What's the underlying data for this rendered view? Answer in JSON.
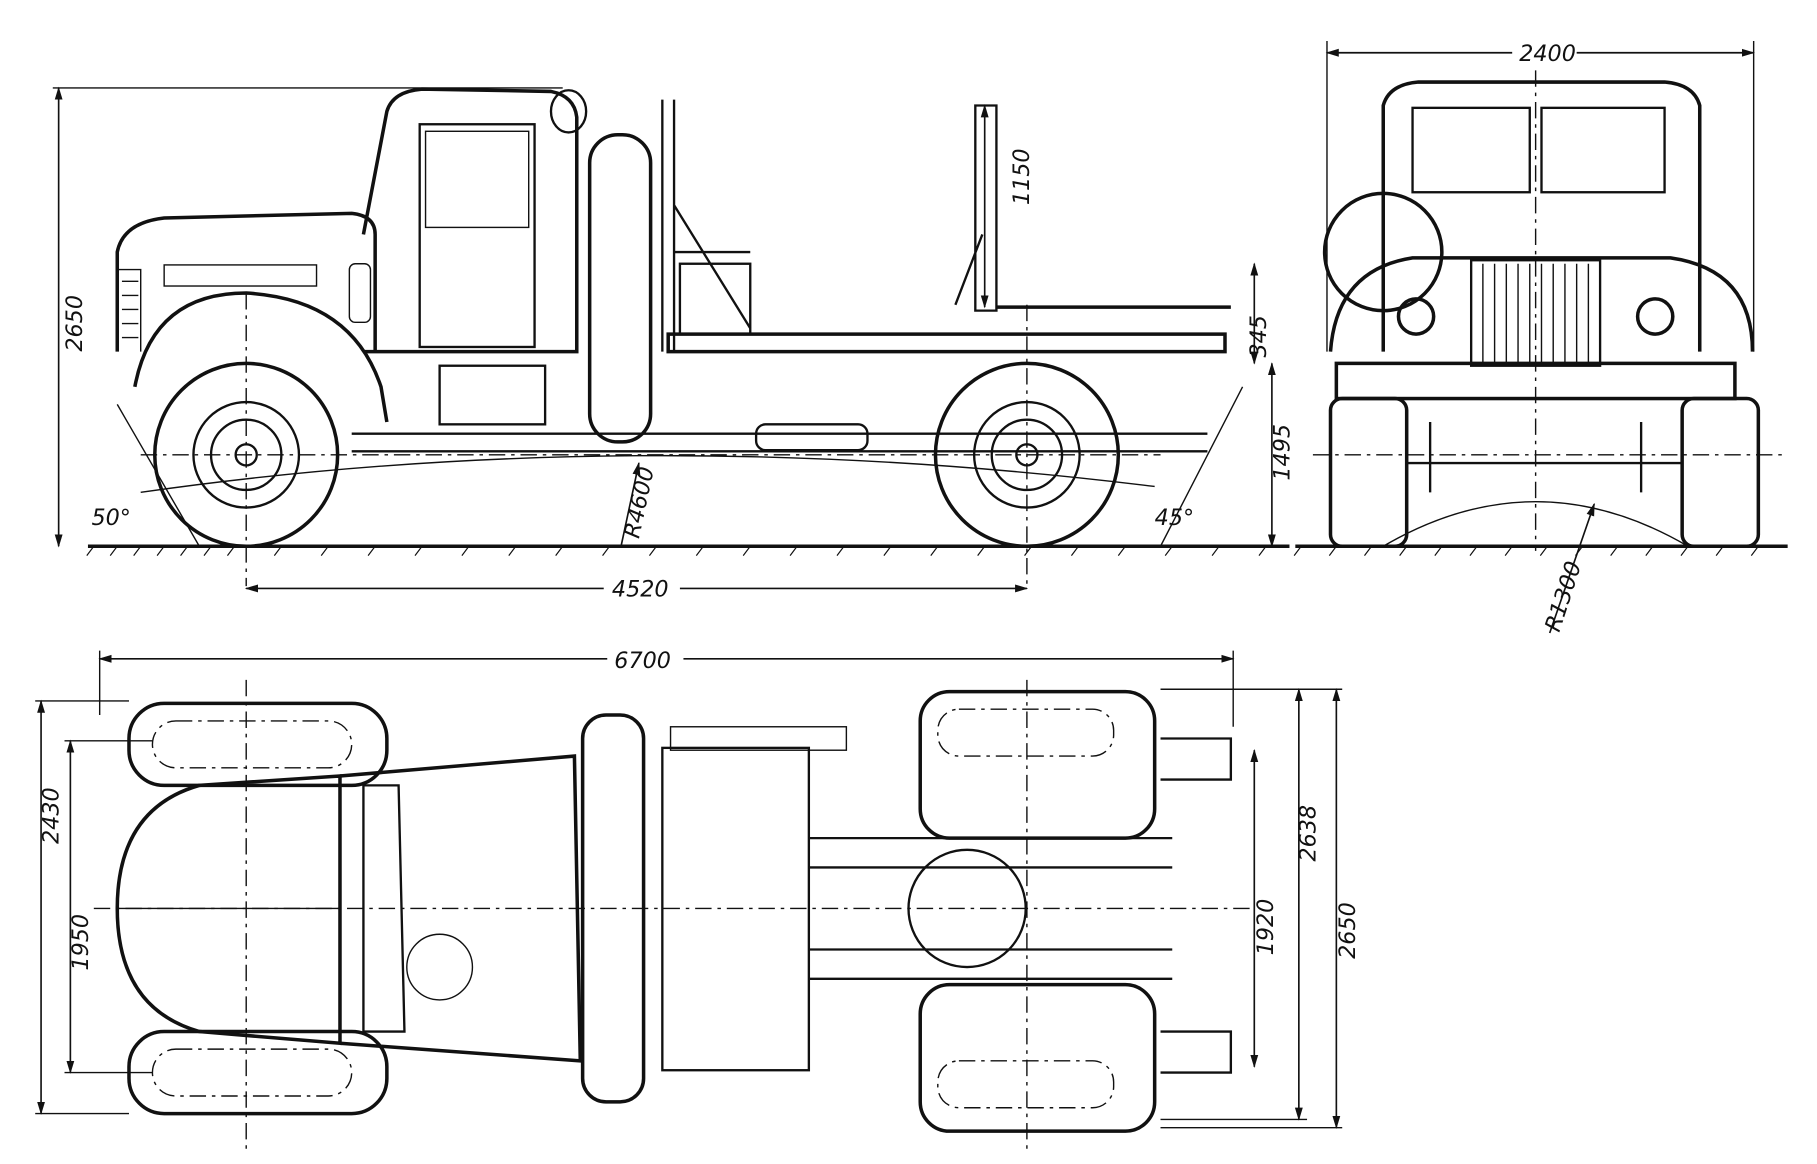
{
  "side_view": {
    "height_total": "2650",
    "stake_height": "1150",
    "frame_height": "345",
    "platform_height": "1495",
    "approach_angle": "50°",
    "departure_angle": "45°",
    "ramp_radius": "R4600",
    "wheelbase": "4520"
  },
  "front_view": {
    "width_total": "2400",
    "axle_radius": "R1300"
  },
  "top_view": {
    "length_total": "6700",
    "front_width": "2430",
    "front_track": "1950",
    "rear_track": "1920",
    "rear_width_inner": "2638",
    "rear_width_total": "2650"
  }
}
